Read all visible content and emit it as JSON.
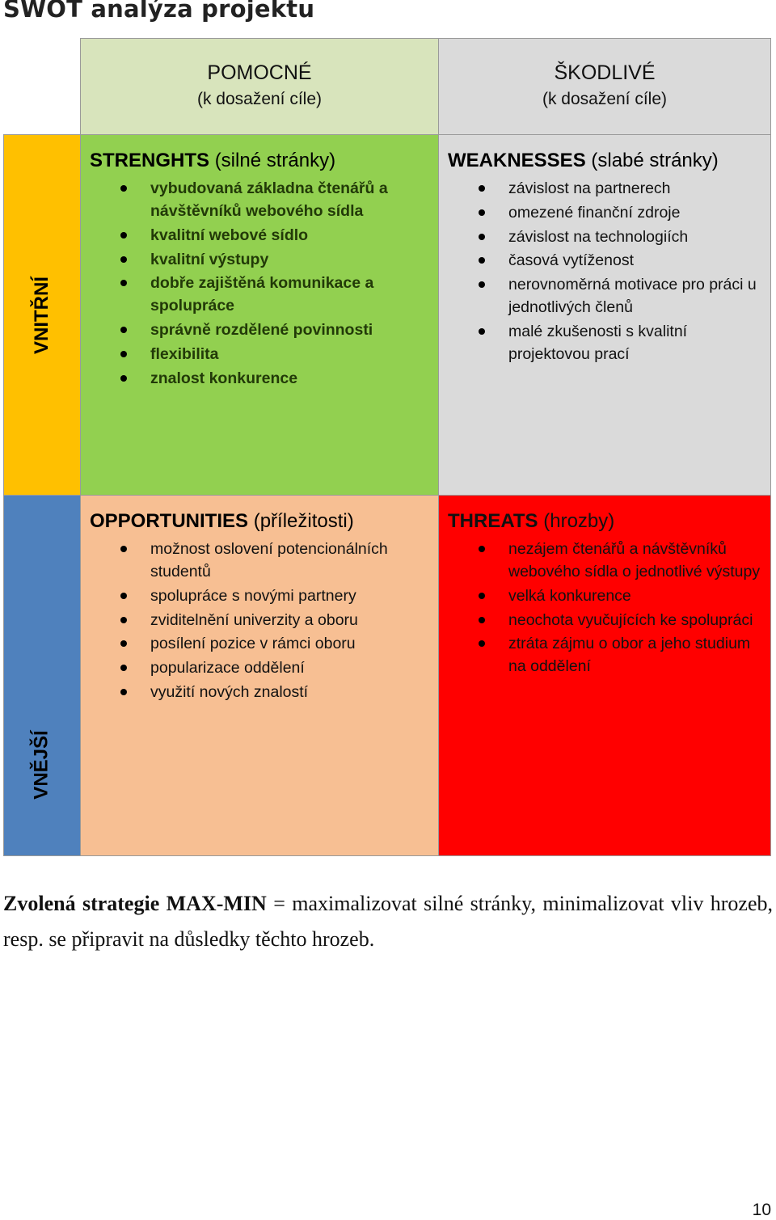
{
  "title": "SWOT analýza projektu",
  "colors": {
    "helpful_header": "#d8e4bc",
    "harmful_header": "#dadada",
    "internal_side": "#ffc000",
    "external_side": "#4f81bd",
    "strengths": "#92d050",
    "weaknesses": "#dadada",
    "opportunities": "#f7bf93",
    "threats": "#ff0000"
  },
  "columns": {
    "helpful": {
      "label": "POMOCNÉ",
      "sub": "(k dosažení cíle)"
    },
    "harmful": {
      "label": "ŠKODLIVÉ",
      "sub": "(k dosažení cíle)"
    }
  },
  "rows": {
    "internal": "VNITŘNÍ",
    "external": "VNĚJŠÍ"
  },
  "strengths": {
    "title": "STRENGHTS",
    "subtitle": "(silné stránky)",
    "items": [
      "vybudovaná základna čtenářů a návštěvníků webového sídla",
      "kvalitní webové sídlo",
      "kvalitní výstupy",
      "dobře zajištěná komunikace a spolupráce",
      "správně rozdělené povinnosti",
      "flexibilita",
      "znalost konkurence"
    ]
  },
  "weaknesses": {
    "title": "WEAKNESSES",
    "subtitle": "(slabé stránky)",
    "items": [
      "závislost na partnerech",
      "omezené finanční zdroje",
      "závislost na technologiích",
      "časová vytíženost",
      "nerovnoměrná motivace pro práci u jednotlivých členů",
      "malé zkušenosti s kvalitní projektovou prací"
    ]
  },
  "opportunities": {
    "title": "OPPORTUNITIES",
    "subtitle": "(příležitosti)",
    "items": [
      "možnost oslovení potencionálních studentů",
      "spolupráce s novými partnery",
      "zviditelnění univerzity a oboru",
      "posílení pozice v rámci oboru",
      "popularizace oddělení",
      "využití nových znalostí"
    ]
  },
  "threats": {
    "title": "THREATS",
    "subtitle": "(hrozby)",
    "items": [
      "nezájem čtenářů a návštěvníků webového sídla o jednotlivé výstupy",
      "velká konkurence",
      "neochota vyučujících ke spolupráci",
      "ztráta zájmu o obor a jeho studium na oddělení"
    ]
  },
  "strategy": {
    "label": "Zvolená strategie MAX-MIN",
    "text": " = maximalizovat silné stránky, minimalizovat vliv hrozeb, resp. se připravit na důsledky těchto hrozeb."
  },
  "page_number": "10"
}
